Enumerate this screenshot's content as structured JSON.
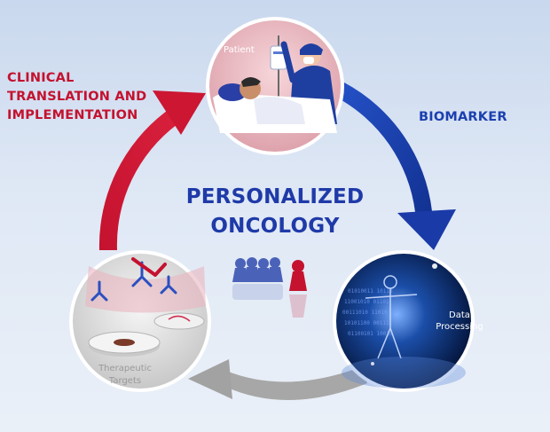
{
  "labels": {
    "clinical_line1": "CLINICAL",
    "clinical_line2": "TRANSLATION AND",
    "clinical_line3": "IMPLEMENTATION",
    "biomarker": "BIOMARKER",
    "center_line1": "PERSONALIZED",
    "center_line2": "ONCOLOGY",
    "patient": "Patient",
    "data_line1": "Data",
    "data_line2": "Processing",
    "thera_line1": "Therapeutic",
    "thera_line2": "Targets"
  },
  "colors": {
    "red_arrow": "#c4122f",
    "blue_arrow": "#1c40b0",
    "gray_arrow": "#9e9e9e",
    "patient_circle": "#e9b8c0",
    "data_circle": "#0b2a6b",
    "thera_circle": "#d9d9d9"
  },
  "icons": [
    "patient-illustration",
    "doctor-illustration",
    "iv-bag-icon",
    "vitruvian-figure",
    "binary-code",
    "petri-dish-icon",
    "antibody-icon",
    "game-pawn-blue-icon",
    "game-pawn-red-icon"
  ]
}
